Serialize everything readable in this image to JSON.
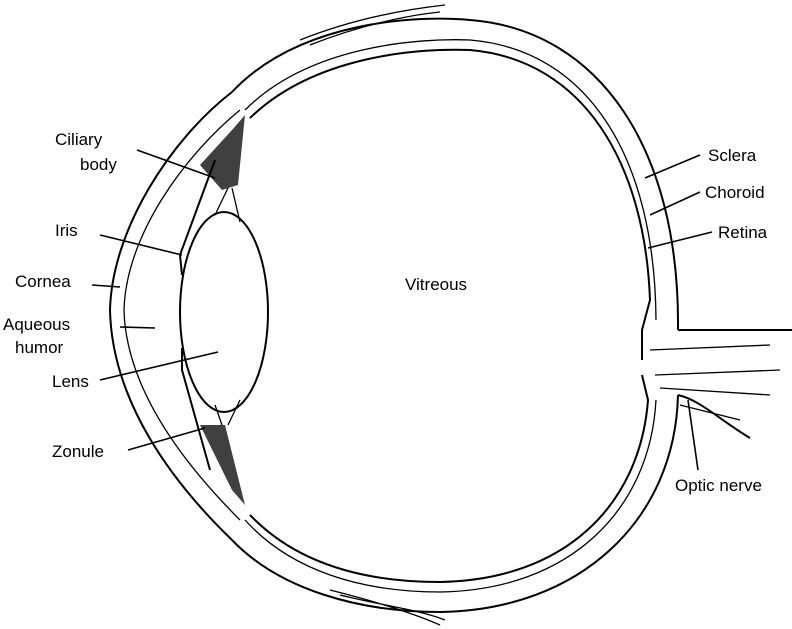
{
  "labels": {
    "ciliary_body_1": "Ciliary",
    "ciliary_body_2": "body",
    "iris": "Iris",
    "cornea": "Cornea",
    "aqueous_1": "Aqueous",
    "aqueous_2": "humor",
    "lens": "Lens",
    "zonule": "Zonule",
    "vitreous": "Vitreous",
    "sclera": "Sclera",
    "choroid": "Choroid",
    "retina": "Retina",
    "optic_nerve": "Optic nerve"
  }
}
